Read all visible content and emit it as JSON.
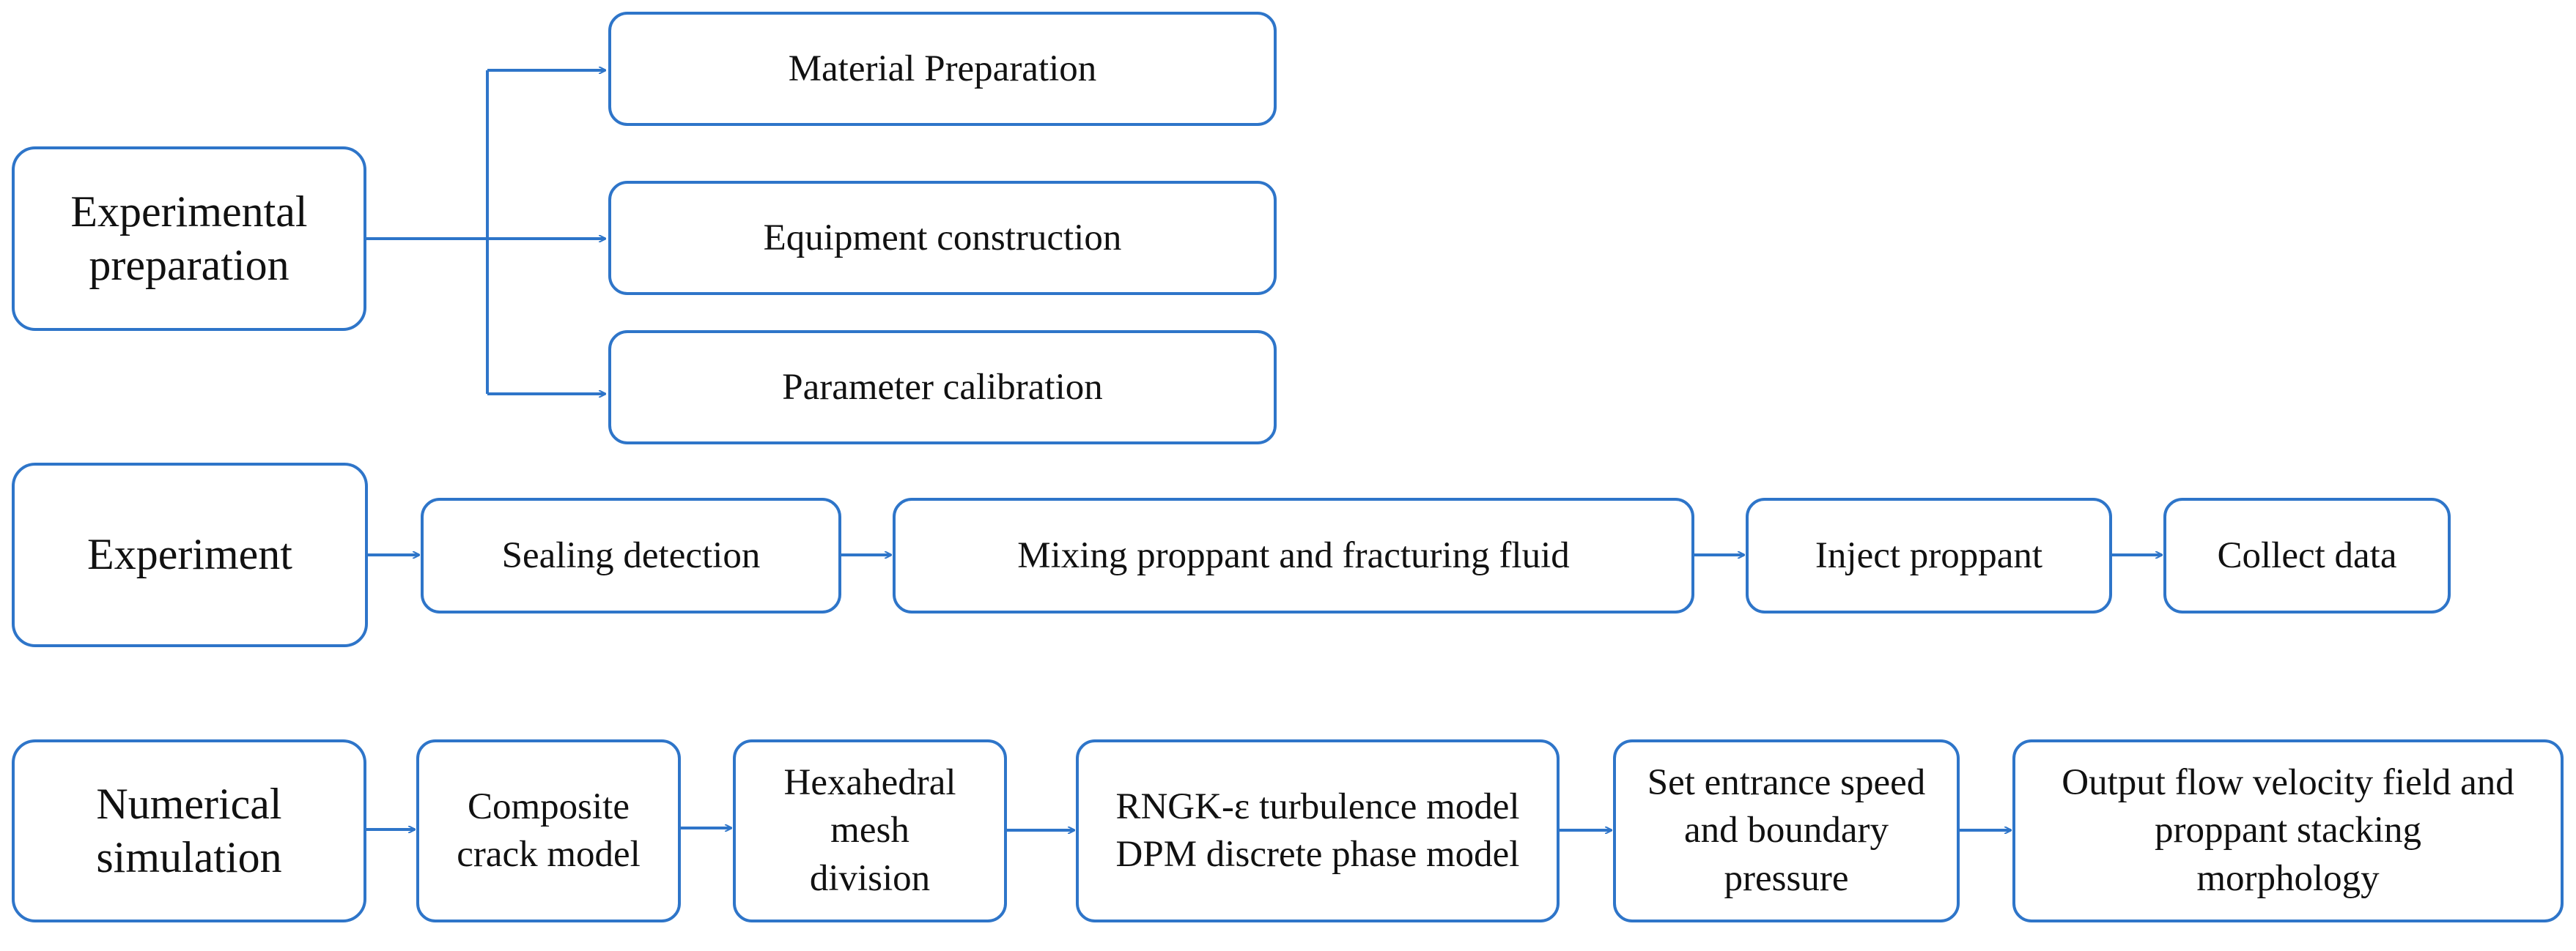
{
  "colors": {
    "stroke": "#2E75C9",
    "text": "#111111",
    "background": "#FFFFFF"
  },
  "rows": {
    "preparation": {
      "label": "Experimental\npreparation",
      "steps": [
        "Material Preparation",
        "Equipment construction",
        "Parameter calibration"
      ]
    },
    "experiment": {
      "label": "Experiment",
      "steps": [
        "Sealing detection",
        "Mixing proppant and fracturing fluid",
        "Inject proppant",
        "Collect data"
      ]
    },
    "simulation": {
      "label": "Numerical\nsimulation",
      "steps": [
        "Composite\ncrack model",
        "Hexahedral\nmesh\ndivision",
        "RNGK-ε turbulence model\nDPM discrete phase model",
        "Set entrance speed\nand boundary\npressure",
        "Output flow velocity field and\nproppant stacking\nmorphology"
      ]
    }
  }
}
